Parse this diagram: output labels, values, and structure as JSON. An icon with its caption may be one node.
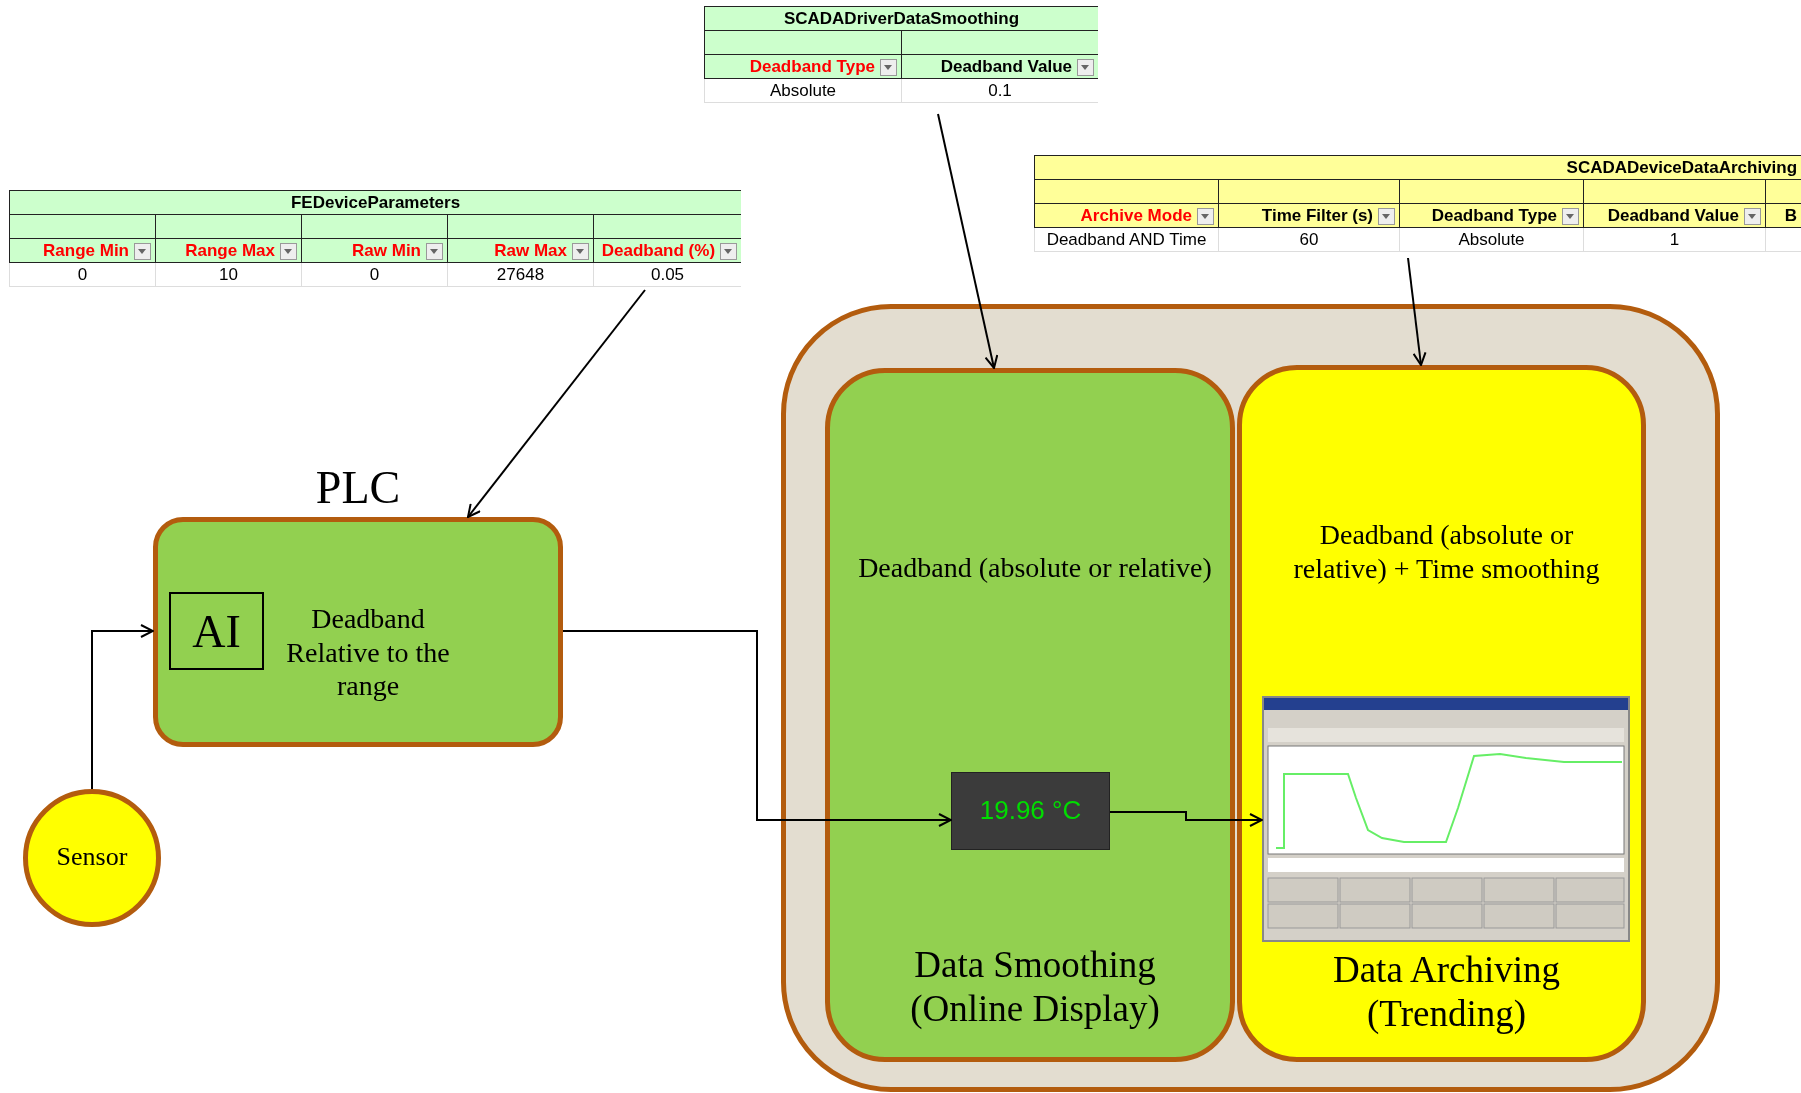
{
  "diagram": {
    "nodes": [
      {
        "text": [
          "FEDeviceParameters",
          "Range Min",
          "Range Max",
          "Raw Min",
          "Raw Max",
          "Deadband (%)",
          "0",
          "10",
          "0",
          "27648",
          "0.05"
        ]
      },
      {
        "text": [
          "SCADADriverDataSmoothing",
          "Deadband Type",
          "Deadband Value",
          "Absolute",
          "0.1"
        ]
      },
      {
        "text": [
          "SCADADeviceDataArchiving",
          "Archive Mode",
          "Time Filter (s)",
          "Deadband Type",
          "Deadband Value",
          "B",
          "Deadband AND Time",
          "60",
          "Absolute",
          "1"
        ]
      },
      {
        "text": [
          "PLC",
          "Deadband Relative to the range"
        ]
      },
      {
        "text": [
          "AI"
        ],
        "in": 3
      },
      {
        "text": [
          "Sensor"
        ]
      },
      {
        "text": [],
        "shape": "box"
      },
      {
        "text": [
          "Deadband (absolute or relative)",
          "Data Smoothing (Online Display)"
        ],
        "in": 6
      },
      {
        "text": [
          "19.96 °C"
        ],
        "in": 7
      },
      {
        "text": [
          "Deadband (absolute or relative) + Time smoothing",
          "Data Archiving (Trending)"
        ],
        "in": 6
      },
      {
        "text": [],
        "shape": "picture",
        "in": 9
      }
    ],
    "edges": [
      {
        "from": 5,
        "to": 3,
        "arrow": "to"
      },
      {
        "from": 0,
        "to": 3,
        "arrow": "to"
      },
      {
        "from": 1,
        "to": 7,
        "arrow": "to"
      },
      {
        "from": 2,
        "to": 9,
        "arrow": "to"
      },
      {
        "from": 3,
        "to": 8,
        "arrow": "to"
      },
      {
        "from": 8,
        "to": 10,
        "arrow": "to"
      }
    ]
  }
}
